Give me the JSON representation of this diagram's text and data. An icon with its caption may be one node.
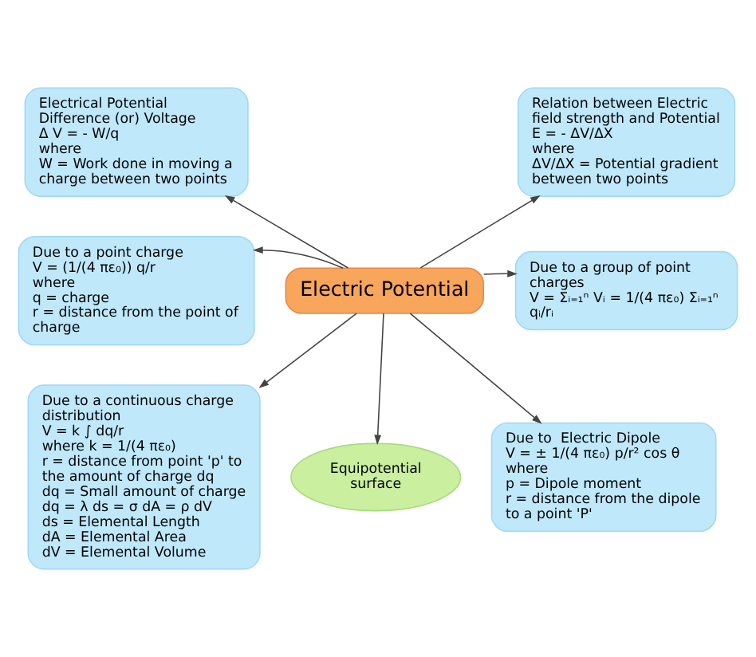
{
  "diagram": {
    "nodes": [
      {
        "text": [
          "Electric Potential"
        ]
      },
      {
        "text": [
          "Electrical Potential Difference (or) Voltage",
          "Δ V = - W/q",
          "where",
          "W = Work done in moving a charge between two points"
        ]
      },
      {
        "text": [
          "Relation between Electric field strength and Potential",
          "E = - ΔV/ΔX",
          "where",
          "ΔV/ΔX = Potential gradient between two points"
        ]
      },
      {
        "text": [
          "Due to a point charge",
          "V = (1/(4 πε₀)) q/r",
          "where",
          "q = charge",
          "r = distance from the point of charge"
        ]
      },
      {
        "text": [
          "Due to a group of point charges",
          "V = Σᵢ₌₁ⁿ Vᵢ = 1/(4 πε₀) Σᵢ₌₁ⁿ qᵢ/rᵢ"
        ]
      },
      {
        "text": [
          "Due to a continuous charge distribution",
          "V = k ∫ dq/r",
          "where k = 1/(4 πε₀)",
          "r = distance from point 'p' to the amount of charge dq",
          "dq = Small amount of charge",
          "dq = λ ds = σ dA = ρ dV",
          "ds = Elemental Length",
          "dA = Elemental Area",
          "dV = Elemental Volume"
        ]
      },
      {
        "text": [
          "Equipotential surface"
        ]
      },
      {
        "text": [
          "Due to  Electric Dipole",
          "V = ± 1/(4 πε₀) p/r² cos θ",
          "where",
          "p = Dipole moment",
          "r = distance from the dipole to a point 'P'"
        ]
      }
    ],
    "edges": [
      {
        "from": 0,
        "to": 1,
        "arrow": "to"
      },
      {
        "from": 0,
        "to": 2,
        "arrow": "to"
      },
      {
        "from": 0,
        "to": 3,
        "arrow": "to"
      },
      {
        "from": 0,
        "to": 4,
        "arrow": "to"
      },
      {
        "from": 0,
        "to": 5,
        "arrow": "to"
      },
      {
        "from": 0,
        "to": 6,
        "arrow": "to"
      },
      {
        "from": 0,
        "to": 7,
        "arrow": "to"
      }
    ]
  }
}
